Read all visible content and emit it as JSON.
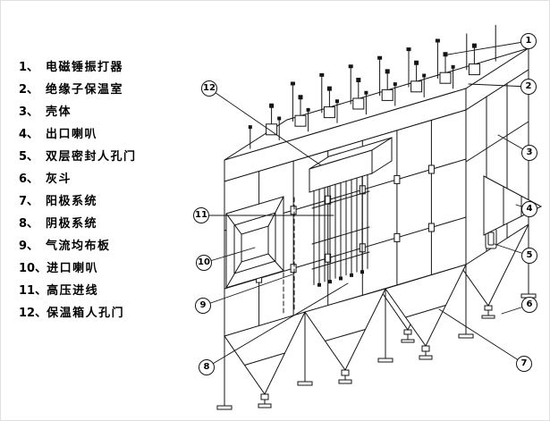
{
  "figure": {
    "kind": "electrostatic-precipitator-parts-diagram"
  },
  "colors": {
    "line": "#141414",
    "background": "#ffffff"
  },
  "legend": {
    "items": [
      {
        "num": "1、",
        "label": "电磁锤振打器"
      },
      {
        "num": "2、",
        "label": "绝缘子保温室"
      },
      {
        "num": "3、",
        "label": "壳体"
      },
      {
        "num": "4、",
        "label": "出口喇叭"
      },
      {
        "num": "5、",
        "label": "双层密封人孔门"
      },
      {
        "num": "6、",
        "label": "灰斗"
      },
      {
        "num": "7、",
        "label": "阳极系统"
      },
      {
        "num": "8、",
        "label": "阴极系统"
      },
      {
        "num": "9、",
        "label": "气流均布板"
      },
      {
        "num": "10、",
        "label": "进口喇叭"
      },
      {
        "num": "11、",
        "label": "高压进线"
      },
      {
        "num": "12、",
        "label": "保温箱人孔门"
      }
    ]
  },
  "callouts": [
    {
      "label": "1"
    },
    {
      "label": "2"
    },
    {
      "label": "3"
    },
    {
      "label": "4"
    },
    {
      "label": "5"
    },
    {
      "label": "6"
    },
    {
      "label": "7"
    },
    {
      "label": "8"
    },
    {
      "label": "9"
    },
    {
      "label": "10"
    },
    {
      "label": "11"
    },
    {
      "label": "12"
    }
  ]
}
